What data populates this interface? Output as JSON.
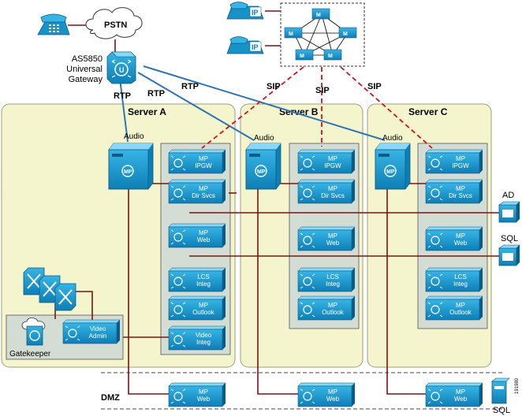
{
  "labels": {
    "pstn": "PSTN",
    "gateway": [
      "AS5850",
      "Universal",
      "Gateway"
    ],
    "rtp": "RTP",
    "sip": "SIP",
    "server_a": "Server A",
    "server_b": "Server B",
    "server_c": "Server C",
    "audio": "Audio",
    "gatekeeper": "Gatekeeper",
    "ad": "AD",
    "sql": "SQL",
    "dmz": "DMZ",
    "figure_id": "191980"
  },
  "mp_modules": {
    "ipgw": [
      "MP",
      "IPGW"
    ],
    "dirsvcs": [
      "MP",
      "Dir Svcs"
    ],
    "web": [
      "MP",
      "Web"
    ],
    "lcs": [
      "LCS",
      "Integ"
    ],
    "outlook": [
      "MP",
      "Outlook"
    ],
    "video_integ": [
      "Video",
      "Integ"
    ],
    "video_admin": [
      "Video",
      "Admin"
    ]
  },
  "colors": {
    "server_fill": "#f4f5cc",
    "server_border": "#9aa07a",
    "inner_fill": "#d4ddd4",
    "module_blue": "#1592c8",
    "module_light": "#4fc0ea",
    "rtp_line": "#2f74b5",
    "sip_line": "#d0141e",
    "data_line": "#7a1414"
  },
  "icons": [
    "phone-icon",
    "cloud-icon",
    "gateway-icon",
    "mp-icon",
    "database-icon",
    "mesh-icon",
    "video-switch-icon",
    "router-icon"
  ]
}
